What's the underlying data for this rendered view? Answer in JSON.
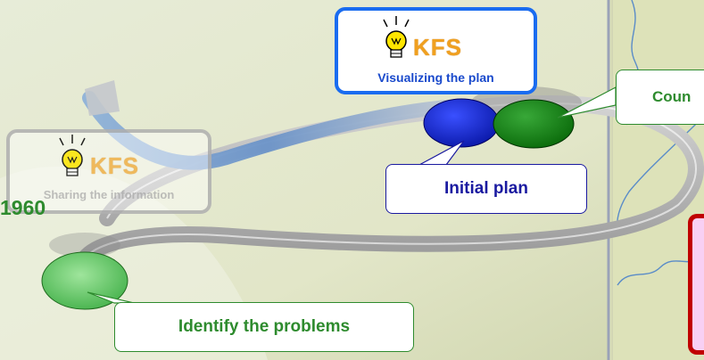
{
  "kfs_top": {
    "brand": "KFS",
    "caption": "Visualizing the plan",
    "icon": "lightbulb-icon"
  },
  "kfs_left": {
    "brand": "KFS",
    "caption": "Sharing the information",
    "icon": "lightbulb-icon"
  },
  "year_label": "1960",
  "callouts": {
    "initial_plan": "Initial plan",
    "identify_problems": "Identify the problems",
    "counter": "Coun"
  },
  "colors": {
    "top_box_border": "#1a6cf0",
    "blue_node": "#1020c8",
    "dark_green_node": "#107a10",
    "light_green_node": "#5cc060",
    "green_text": "#2e8b2e",
    "navy_text": "#1a1aa0",
    "red_box_border": "#c00000",
    "pink_fill": "#f8d0f4"
  }
}
